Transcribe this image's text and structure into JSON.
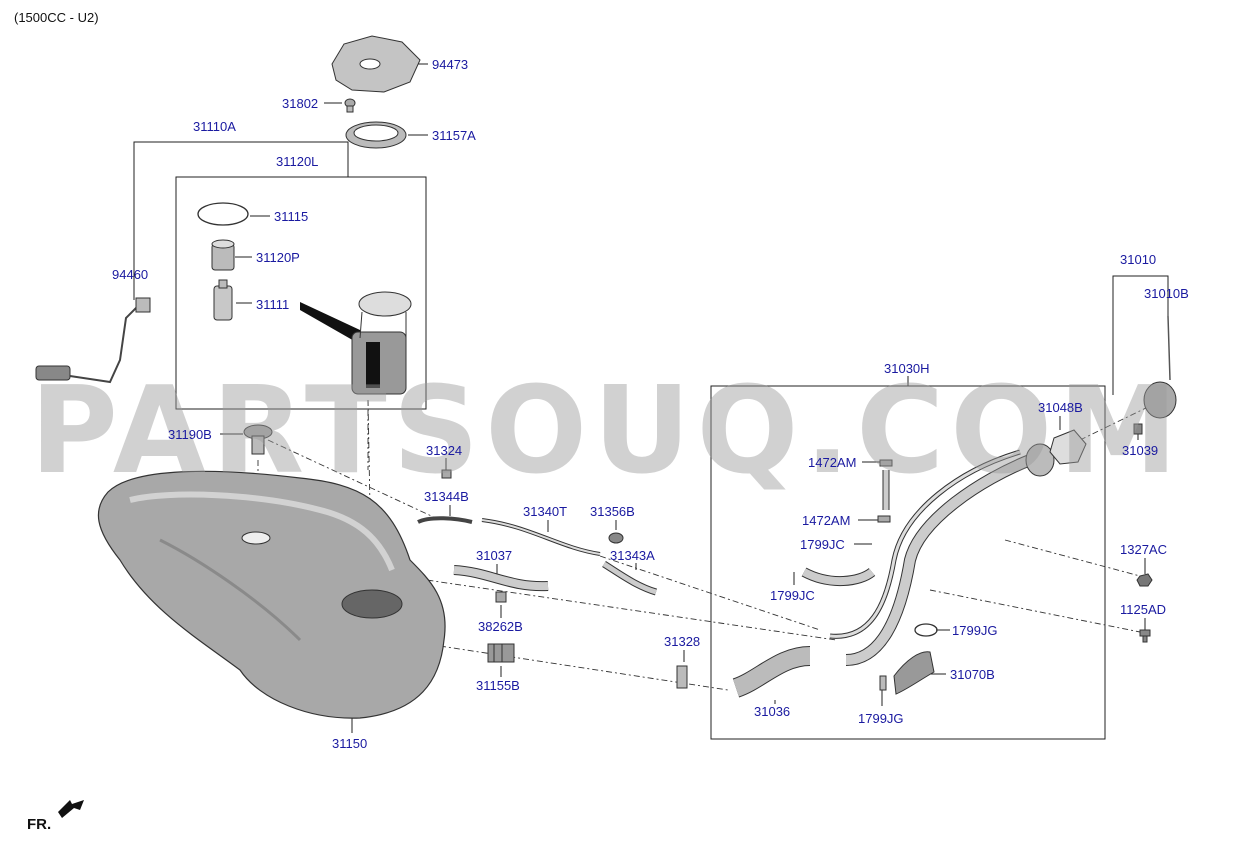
{
  "header": {
    "variant": "(1500CC - U2)"
  },
  "watermark": "PARTSOUQ.COM",
  "footer": {
    "direction": "FR."
  },
  "parts": [
    {
      "id": "p94473",
      "number": "94473"
    },
    {
      "id": "p31802",
      "number": "31802"
    },
    {
      "id": "p31157A",
      "number": "31157A"
    },
    {
      "id": "p31110A",
      "number": "31110A"
    },
    {
      "id": "p31120L",
      "number": "31120L"
    },
    {
      "id": "p31115",
      "number": "31115"
    },
    {
      "id": "p31120P",
      "number": "31120P"
    },
    {
      "id": "p31111",
      "number": "31111"
    },
    {
      "id": "p94460",
      "number": "94460"
    },
    {
      "id": "p31190B",
      "number": "31190B"
    },
    {
      "id": "p31324",
      "number": "31324"
    },
    {
      "id": "p31344B",
      "number": "31344B"
    },
    {
      "id": "p31340T",
      "number": "31340T"
    },
    {
      "id": "p31356B",
      "number": "31356B"
    },
    {
      "id": "p31343A",
      "number": "31343A"
    },
    {
      "id": "p31037",
      "number": "31037"
    },
    {
      "id": "p38262B",
      "number": "38262B"
    },
    {
      "id": "p31155B",
      "number": "31155B"
    },
    {
      "id": "p31328",
      "number": "31328"
    },
    {
      "id": "p31150",
      "number": "31150"
    },
    {
      "id": "p31036",
      "number": "31036"
    },
    {
      "id": "p31030H",
      "number": "31030H"
    },
    {
      "id": "p1472AM_a",
      "number": "1472AM"
    },
    {
      "id": "p1472AM_b",
      "number": "1472AM"
    },
    {
      "id": "p1799JC_a",
      "number": "1799JC"
    },
    {
      "id": "p1799JC_b",
      "number": "1799JC"
    },
    {
      "id": "p1799JG_a",
      "number": "1799JG"
    },
    {
      "id": "p1799JG_b",
      "number": "1799JG"
    },
    {
      "id": "p31070B",
      "number": "31070B"
    },
    {
      "id": "p31048B",
      "number": "31048B"
    },
    {
      "id": "p31010",
      "number": "31010"
    },
    {
      "id": "p31010B",
      "number": "31010B"
    },
    {
      "id": "p31039",
      "number": "31039"
    },
    {
      "id": "p1327AC",
      "number": "1327AC"
    },
    {
      "id": "p1125AD",
      "number": "1125AD"
    }
  ]
}
